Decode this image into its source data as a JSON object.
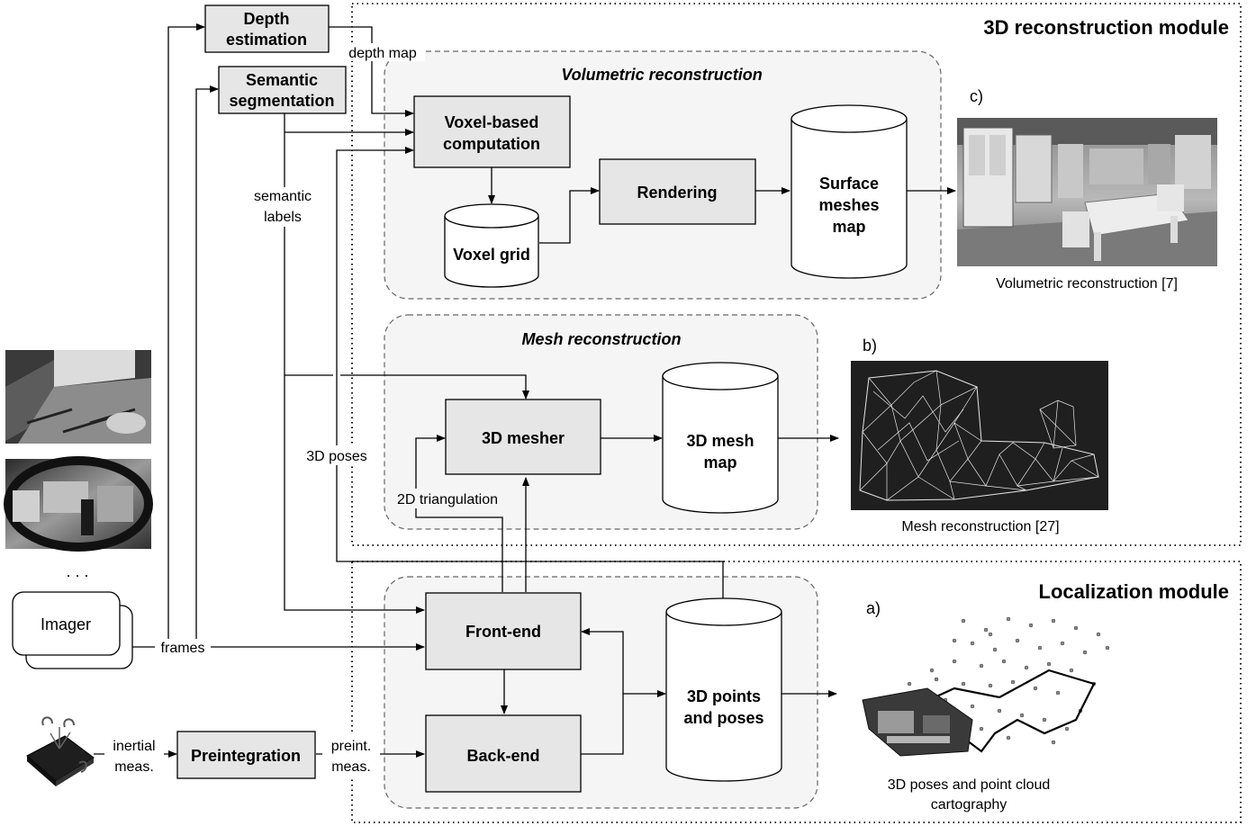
{
  "modules": {
    "reconstruction": "3D reconstruction module",
    "localization": "Localization module"
  },
  "groups": {
    "volumetric": "Volumetric reconstruction",
    "mesh": "Mesh reconstruction"
  },
  "nodes": {
    "depth": [
      "Depth",
      "estimation"
    ],
    "semantic": [
      "Semantic",
      "segmentation"
    ],
    "voxel_comp": [
      "Voxel-based",
      "computation"
    ],
    "voxel_grid": "Voxel grid",
    "rendering": "Rendering",
    "surface": [
      "Surface",
      "meshes",
      "map"
    ],
    "mesher": "3D mesher",
    "mesh_map": [
      "3D mesh",
      "map"
    ],
    "frontend": "Front-end",
    "backend": "Back-end",
    "points": [
      "3D points",
      "and poses"
    ],
    "preint": "Preintegration",
    "imager": "Imager"
  },
  "edges": {
    "depth_map": "depth map",
    "semantic_labels": [
      "semantic",
      "labels"
    ],
    "poses_3d": "3D poses",
    "triangulation_2d": "2D triangulation",
    "frames": "frames",
    "inertial": [
      "inertial",
      "meas."
    ],
    "preint_meas": [
      "preint.",
      "meas."
    ]
  },
  "results": {
    "c": {
      "tag": "c)",
      "caption": "Volumetric reconstruction [7]"
    },
    "b": {
      "tag": "b)",
      "caption": "Mesh reconstruction [27]"
    },
    "a": {
      "tag": "a)",
      "caption": [
        "3D poses and point cloud",
        "cartography"
      ]
    }
  },
  "ellipsis": ". . ."
}
